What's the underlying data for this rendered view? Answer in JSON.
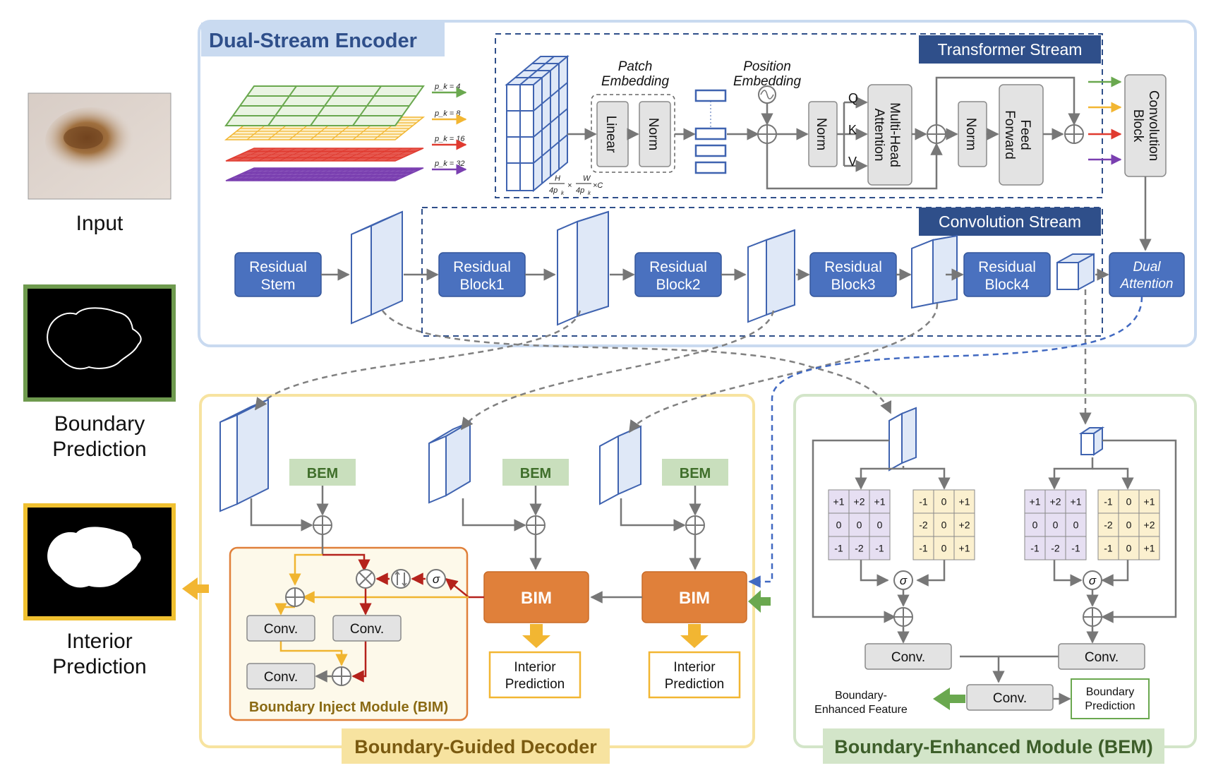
{
  "left": {
    "input_label": "Input",
    "boundary_label_1": "Boundary",
    "boundary_label_2": "Prediction",
    "interior_label_1": "Interior",
    "interior_label_2": "Prediction"
  },
  "encoder": {
    "title": "Dual-Stream Encoder",
    "transformer_title": "Transformer Stream",
    "convolution_title": "Convolution Stream",
    "patch_scales": [
      "p_k = 4",
      "p_k = 8",
      "p_k = 16",
      "p_k = 32"
    ],
    "patch_embedding_1": "Patch",
    "patch_embedding_2": "Embedding",
    "position_embedding_1": "Position",
    "position_embedding_2": "Embedding",
    "linear": "Linear",
    "norm": "Norm",
    "mha_1": "Multi-Head",
    "mha_2": "Attention",
    "ff_1": "Feed",
    "ff_2": "Forward",
    "conv_block_1": "Convolution",
    "conv_block_2": "Block",
    "q": "Q",
    "k": "K",
    "v": "V",
    "dims": "H/4p_k × W/4p_k × C",
    "dims_h": "H",
    "dims_hd": "4p",
    "dims_w": "W",
    "dims_wd": "4p",
    "dims_k": "k",
    "dims_c": "×C",
    "dims_x": "×",
    "residual_stem_1": "Residual",
    "residual_stem_2": "Stem",
    "rb1_1": "Residual",
    "rb1_2": "Block1",
    "rb2_1": "Residual",
    "rb2_2": "Block2",
    "rb3_1": "Residual",
    "rb3_2": "Block3",
    "rb4_1": "Residual",
    "rb4_2": "Block4",
    "dual_1": "Dual",
    "dual_2": "Attention"
  },
  "decoder": {
    "title": "Boundary-Guided Decoder",
    "bem": "BEM",
    "bim": "BIM",
    "conv": "Conv.",
    "sigma": "σ",
    "bim_module_title": "Boundary Inject Module (BIM)",
    "interior_1": "Interior",
    "interior_2": "Prediction"
  },
  "bem_module": {
    "title": "Boundary-Enhanced Module (BEM)",
    "sobel_x": [
      [
        "+1",
        "+2",
        "+1"
      ],
      [
        "0",
        "0",
        "0"
      ],
      [
        "-1",
        "-2",
        "-1"
      ]
    ],
    "sobel_y": [
      [
        "-1",
        "0",
        "+1"
      ],
      [
        "-2",
        "0",
        "+2"
      ],
      [
        "-1",
        "0",
        "+1"
      ]
    ],
    "sigma": "σ",
    "conv": "Conv.",
    "feature_1": "Boundary-",
    "feature_2": "Enhanced Feature",
    "pred_1": "Boundary",
    "pred_2": "Prediction"
  },
  "colors": {
    "encoder_frame": "#c9daf0",
    "decoder_frame": "#f7e3a0",
    "bem_frame": "#d3e5c9",
    "block_blue": "#4a71bf",
    "bim_orange": "#e0803a",
    "dashed_gray": "#808080",
    "dashed_blue": "#4169c1",
    "scale_colors": [
      "#6aa84f",
      "#f2b632",
      "#e03a2f",
      "#7a3fb0"
    ]
  }
}
